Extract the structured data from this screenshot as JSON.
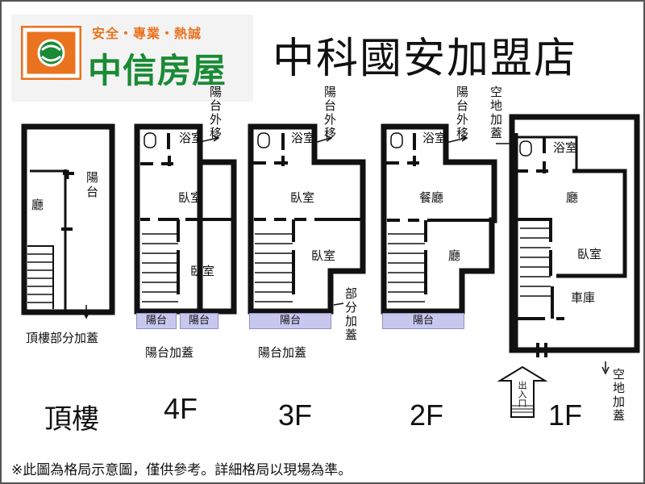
{
  "brand": {
    "slogan": "安全・專業・熱誠",
    "name": "中信房屋",
    "logo_icon": "zhongxin-logo-icon",
    "color_orange": "#e9731f",
    "color_green": "#1a8a35"
  },
  "store_name": "中科國安加盟店",
  "floors": {
    "roof": {
      "label": "頂樓",
      "rooms": {
        "living": "廳",
        "balcony": "陽台"
      },
      "note": "頂樓部分加蓋"
    },
    "f4": {
      "label": "4F",
      "rooms": {
        "bath": "浴室",
        "bedroom1": "臥室",
        "bedroom2": "臥室"
      },
      "balcony_move": "陽台外移",
      "balcony_left": "陽台",
      "balcony_right": "陽台",
      "note": "陽台加蓋"
    },
    "f3": {
      "label": "3F",
      "rooms": {
        "bath": "浴室",
        "bedroom1": "臥室",
        "bedroom2": "臥室"
      },
      "balcony_move": "陽台外移",
      "partial_addition": "部分加蓋",
      "balcony": "陽台",
      "note": "陽台加蓋"
    },
    "f2": {
      "label": "2F",
      "rooms": {
        "bath": "浴室",
        "dining": "餐廳",
        "living": "廳"
      },
      "balcony_move": "陽台外移",
      "balcony": "陽台"
    },
    "f1": {
      "label": "1F",
      "rooms": {
        "bath": "浴室",
        "living": "廳",
        "bedroom": "臥室",
        "garage": "車庫"
      },
      "open_space_top": "空地加蓋",
      "open_space_bottom": "空地加蓋",
      "entrance": "出入口"
    }
  },
  "footer_note": "※此圖為格局示意圖，僅供參考。詳細格局以現場為準。",
  "colors": {
    "wall": "#111111",
    "balcony_fill": "#c8c8ef",
    "frame": "#555555"
  }
}
